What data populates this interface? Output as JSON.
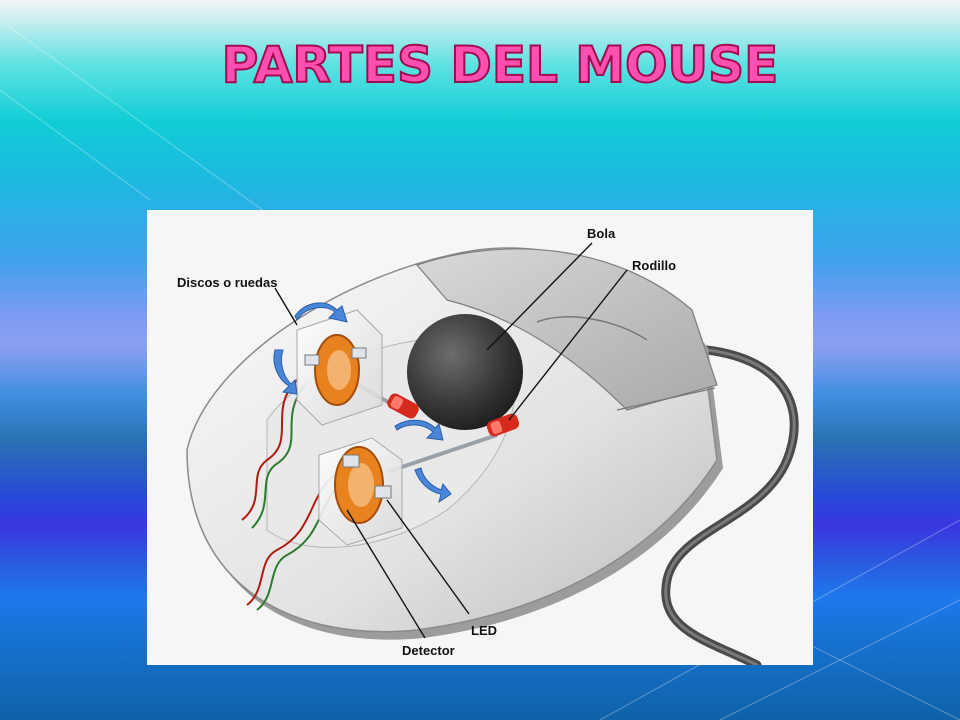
{
  "slide": {
    "title": "PARTES DEL MOUSE"
  },
  "diagram": {
    "labels": {
      "bola": "Bola",
      "rodillo": "Rodillo",
      "discos": "Discos o ruedas",
      "led": "LED",
      "detector": "Detector"
    }
  },
  "colors": {
    "title_fill": "#ff4fb0",
    "title_outline": "#a30a4f",
    "roller_red": "#d62a1e",
    "disc_orange": "#e8821e",
    "arrow_blue": "#4a86d8"
  }
}
